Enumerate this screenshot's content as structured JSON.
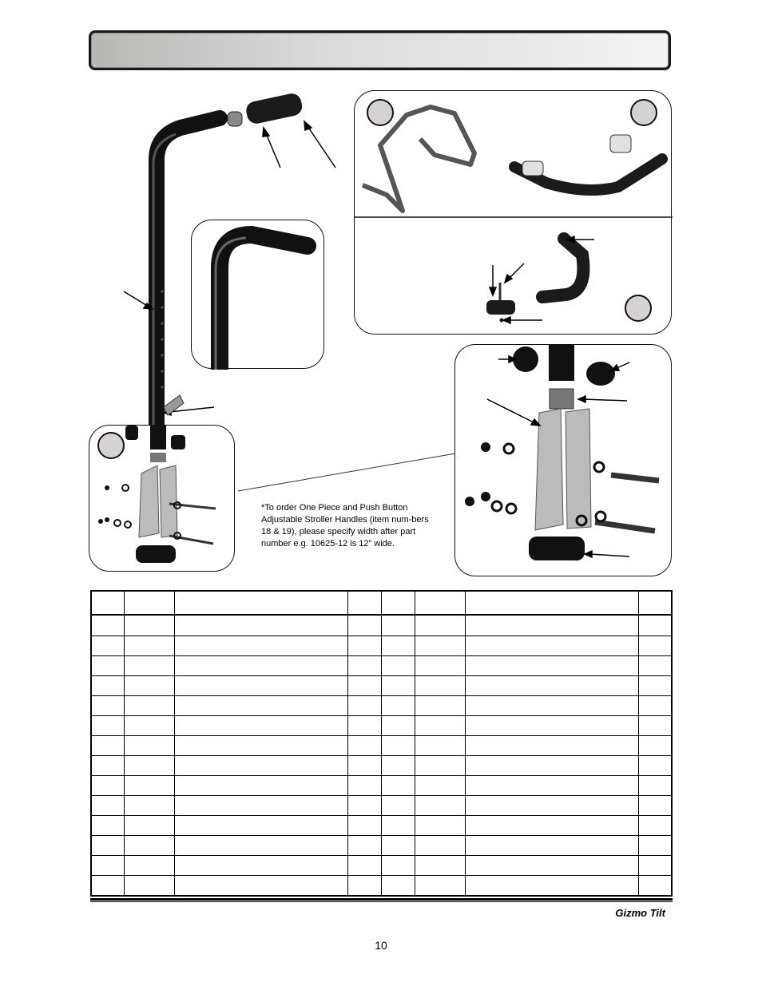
{
  "banner": {
    "title": ""
  },
  "note": {
    "text": "*To order One Piece and Push Button Adjustable Stroller Handles (item num-bers 18 & 19), please specify width after part number e.g. 10625-12 is 12” wide."
  },
  "table": {
    "rows": 15,
    "cols": 8
  },
  "footer": {
    "title": "Gizmo Tilt",
    "page_number": "10"
  }
}
